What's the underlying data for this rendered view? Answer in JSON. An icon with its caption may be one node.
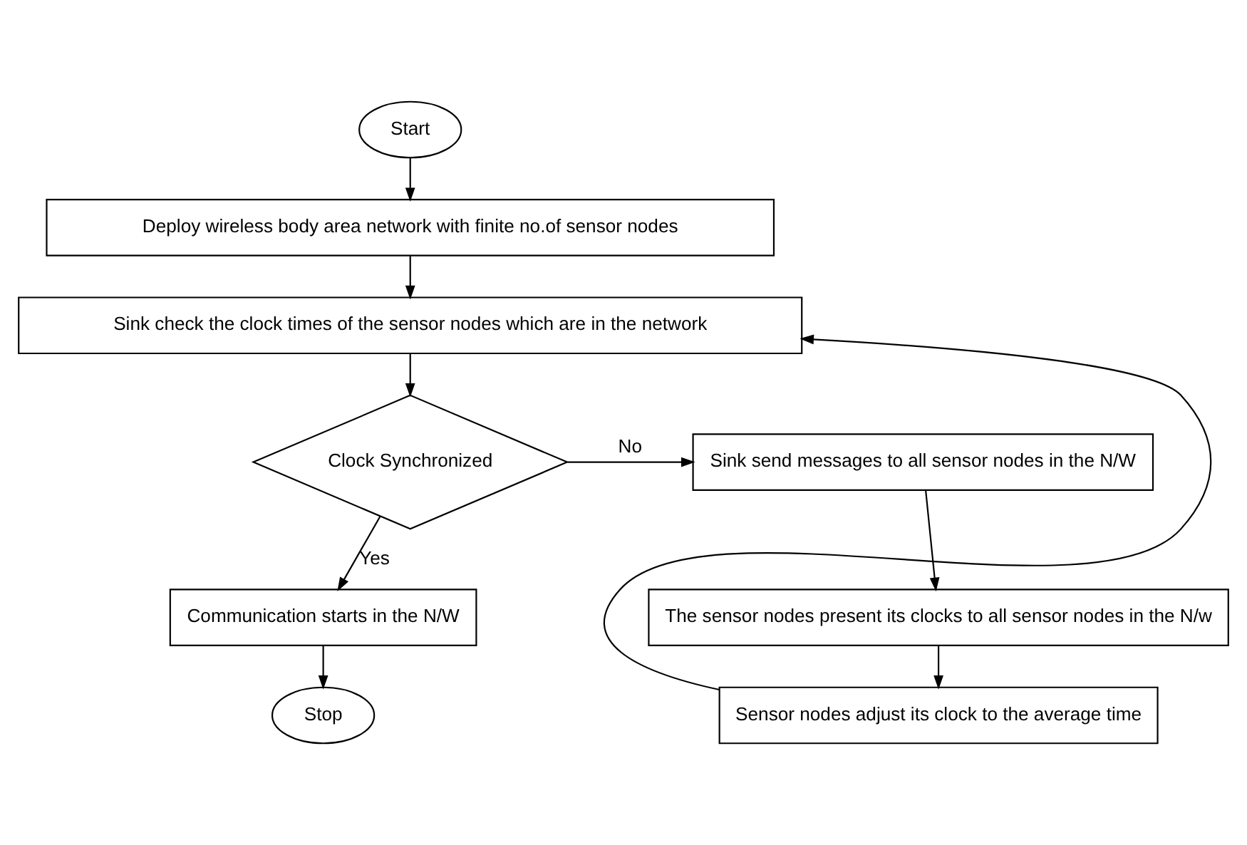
{
  "diagram": {
    "nodes": [
      {
        "text": [
          "Start"
        ]
      },
      {
        "text": [
          "Deploy wireless body area network with finite no.of sensor nodes"
        ]
      },
      {
        "text": [
          "Sink check the clock times of the sensor nodes which are in the network"
        ]
      },
      {
        "text": [
          "Clock Synchronized"
        ]
      },
      {
        "text": [
          "Sink send messages to all sensor nodes in the N/W"
        ]
      },
      {
        "text": [
          "The sensor nodes present its clocks to all sensor nodes in the N/w"
        ]
      },
      {
        "text": [
          "Sensor nodes adjust its clock to the average time"
        ]
      },
      {
        "text": [
          "Communication starts in the N/W"
        ]
      },
      {
        "text": [
          "Stop"
        ]
      }
    ],
    "edges": [
      {
        "from": 0,
        "to": 1,
        "arrow": "to"
      },
      {
        "from": 1,
        "to": 2,
        "arrow": "to"
      },
      {
        "from": 2,
        "to": 3,
        "arrow": "to"
      },
      {
        "from": 3,
        "to": 4,
        "arrow": "to",
        "label": "No"
      },
      {
        "from": 4,
        "to": 5,
        "arrow": "to"
      },
      {
        "from": 5,
        "to": 6,
        "arrow": "to"
      },
      {
        "from": 6,
        "to": 2,
        "arrow": "to"
      },
      {
        "from": 3,
        "to": 7,
        "arrow": "to",
        "label": "Yes"
      },
      {
        "from": 7,
        "to": 8,
        "arrow": "to"
      }
    ]
  }
}
